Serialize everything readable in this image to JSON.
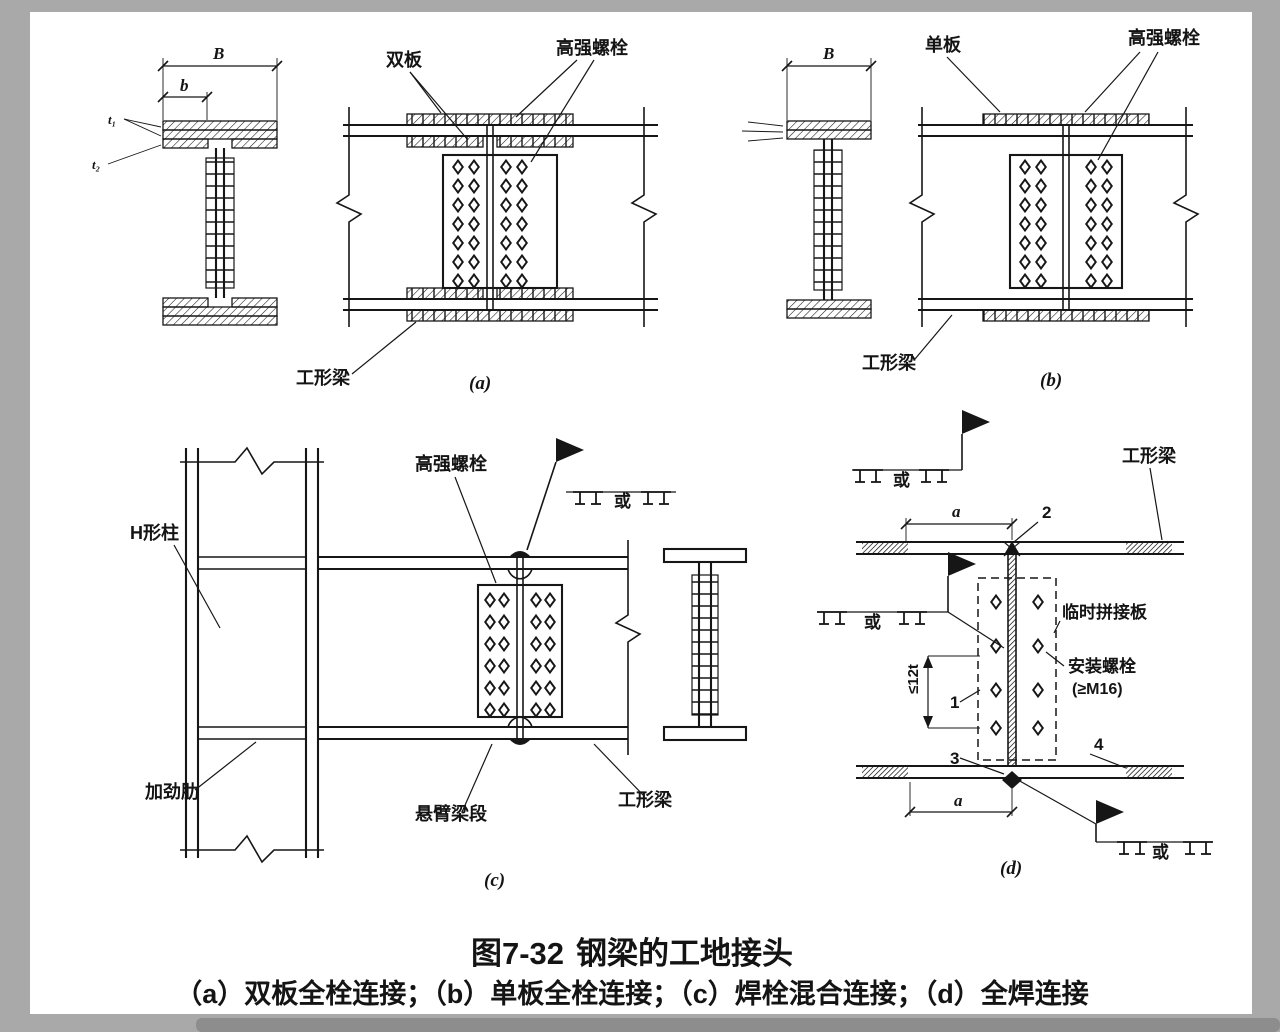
{
  "figure": {
    "title_prefix": "图7-32",
    "title": "钢梁的工地接头",
    "caption": "（a）双板全栓连接；（b）单板全栓连接；（c）焊栓混合连接；（d）全焊连接"
  },
  "panel_a": {
    "tag": "(a)",
    "dim_B": "B",
    "dim_b": "b",
    "dim_t1": "t₁",
    "dim_t2": "t₂",
    "label_double_plate": "双板",
    "label_hs_bolt": "高强螺栓",
    "label_beam": "工形梁"
  },
  "panel_b": {
    "tag": "(b)",
    "dim_B": "B",
    "label_single_plate": "单板",
    "label_hs_bolt": "高强螺栓",
    "label_beam": "工形梁"
  },
  "panel_c": {
    "tag": "(c)",
    "label_h_column": "H形柱",
    "label_hs_bolt": "高强螺栓",
    "label_or": "或",
    "label_stiffener": "加劲肋",
    "label_cantilever": "悬臂梁段",
    "label_beam": "工形梁"
  },
  "panel_d": {
    "tag": "(d)",
    "label_or_top": "或",
    "label_or_mid": "或",
    "label_or_bottom": "或",
    "label_beam": "工形梁",
    "ref_1": "1",
    "ref_2": "2",
    "ref_3": "3",
    "ref_4": "4",
    "dim_a_top": "a",
    "dim_a_bottom": "a",
    "dim_weld_gap": "≤12t",
    "label_temp_plate": "临时拼接板",
    "label_install_bolt": "安装螺栓",
    "label_bolt_spec": "(≥M16)"
  }
}
